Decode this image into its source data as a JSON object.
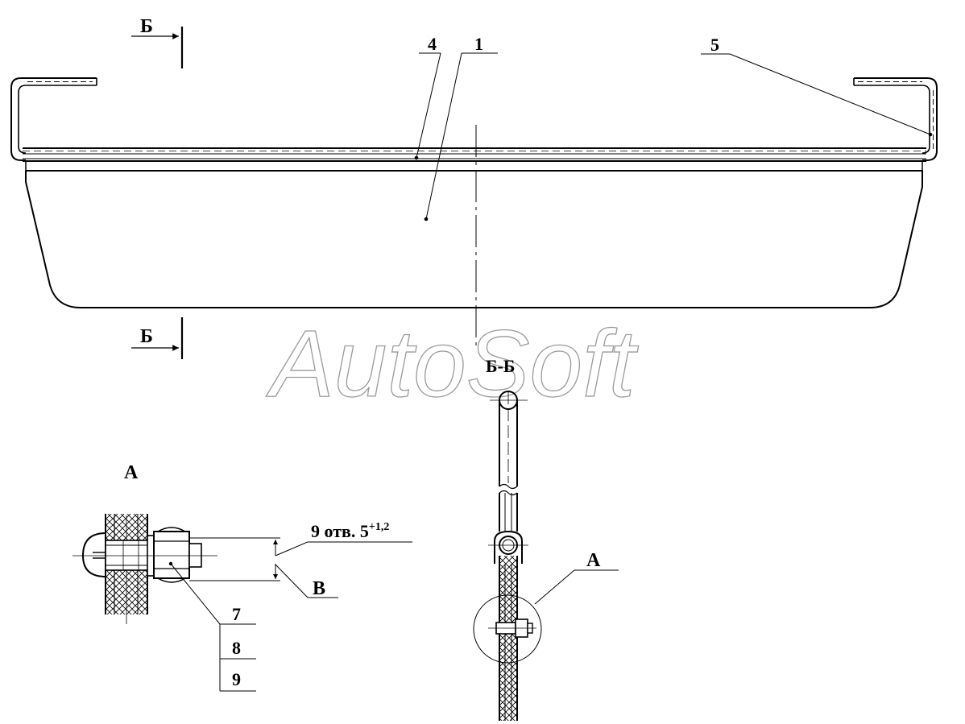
{
  "watermark": "AutoSoft",
  "section_marks": {
    "top": "Б",
    "bottom": "Б"
  },
  "section_title": "Б-Б",
  "callouts": {
    "c1": "1",
    "c4": "4",
    "c5": "5",
    "c7": "7",
    "c8": "8",
    "c9": "9",
    "cA": "А"
  },
  "detail": {
    "title": "А",
    "holes_prefix": "9 отв. 5",
    "holes_tolerance": "+1,2",
    "leader_label": "В"
  }
}
